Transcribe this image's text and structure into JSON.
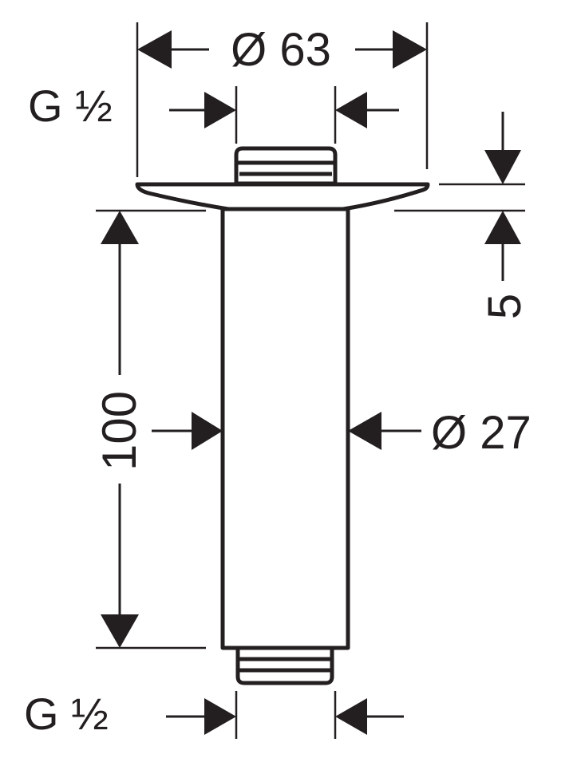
{
  "dimensions": {
    "flange_diameter": "Ø 63",
    "thread_top": "G ½",
    "flange_thickness": "5",
    "pipe_length": "100",
    "pipe_diameter": "Ø 27",
    "thread_bottom": "G ½"
  },
  "colors": {
    "line": "#231f20",
    "background": "#ffffff"
  }
}
